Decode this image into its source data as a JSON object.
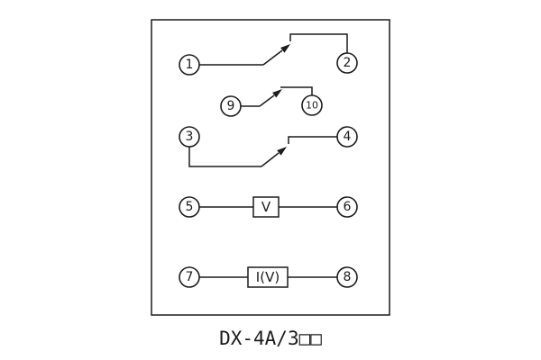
{
  "diagram": {
    "caption": "DX-4A/3□□",
    "terminals": {
      "t1": "1",
      "t2": "2",
      "t3": "3",
      "t4": "4",
      "t5": "5",
      "t6": "6",
      "t7": "7",
      "t8": "8",
      "t9": "9",
      "t10": "10"
    },
    "components": {
      "voltage_box": "V",
      "current_voltage_box": "I(V)"
    }
  }
}
